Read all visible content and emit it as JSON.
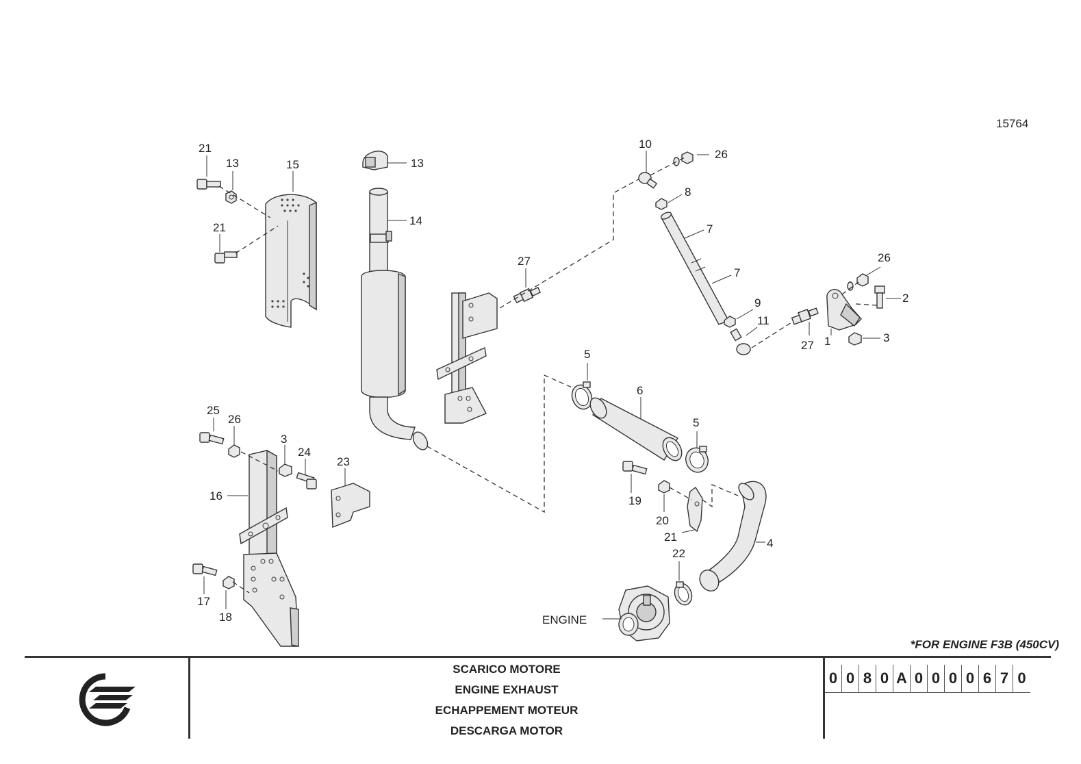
{
  "drawing": {
    "number": "15764",
    "footnote": "*FOR ENGINE F3B (450CV)",
    "callouts": [
      {
        "id": "c21a",
        "text": "21"
      },
      {
        "id": "c13a",
        "text": "13"
      },
      {
        "id": "c15",
        "text": "15"
      },
      {
        "id": "c21b",
        "text": "21"
      },
      {
        "id": "c13b",
        "text": "13"
      },
      {
        "id": "c14",
        "text": "14"
      },
      {
        "id": "c10",
        "text": "10"
      },
      {
        "id": "c26a",
        "text": "26"
      },
      {
        "id": "c8",
        "text": "8"
      },
      {
        "id": "c7a",
        "text": "7"
      },
      {
        "id": "c7b",
        "text": "7"
      },
      {
        "id": "c27a",
        "text": "27"
      },
      {
        "id": "c9",
        "text": "9"
      },
      {
        "id": "c11",
        "text": "11"
      },
      {
        "id": "c26b",
        "text": "26"
      },
      {
        "id": "c2",
        "text": "2"
      },
      {
        "id": "c27b",
        "text": "27"
      },
      {
        "id": "c1",
        "text": "1"
      },
      {
        "id": "c3a",
        "text": "3"
      },
      {
        "id": "c5a",
        "text": "5"
      },
      {
        "id": "c6",
        "text": "6"
      },
      {
        "id": "c5b",
        "text": "5"
      },
      {
        "id": "c25",
        "text": "25"
      },
      {
        "id": "c26c",
        "text": "26"
      },
      {
        "id": "c3b",
        "text": "3"
      },
      {
        "id": "c24",
        "text": "24"
      },
      {
        "id": "c23",
        "text": "23"
      },
      {
        "id": "c16",
        "text": "16"
      },
      {
        "id": "c19",
        "text": "19"
      },
      {
        "id": "c20",
        "text": "20"
      },
      {
        "id": "c21c",
        "text": "21"
      },
      {
        "id": "c4",
        "text": "4"
      },
      {
        "id": "c22",
        "text": "22"
      },
      {
        "id": "c17",
        "text": "17"
      },
      {
        "id": "c18",
        "text": "18"
      },
      {
        "id": "engine",
        "text": "ENGINE"
      }
    ]
  },
  "title_block": {
    "titles": [
      "SCARICO MOTORE",
      "ENGINE EXHAUST",
      "ECHAPPEMENT MOTEUR",
      "DESCARGA MOTOR"
    ],
    "code": [
      "0",
      "0",
      "8",
      "0",
      "A",
      "0",
      "0",
      "0",
      "0",
      "6",
      "7",
      "0"
    ]
  }
}
